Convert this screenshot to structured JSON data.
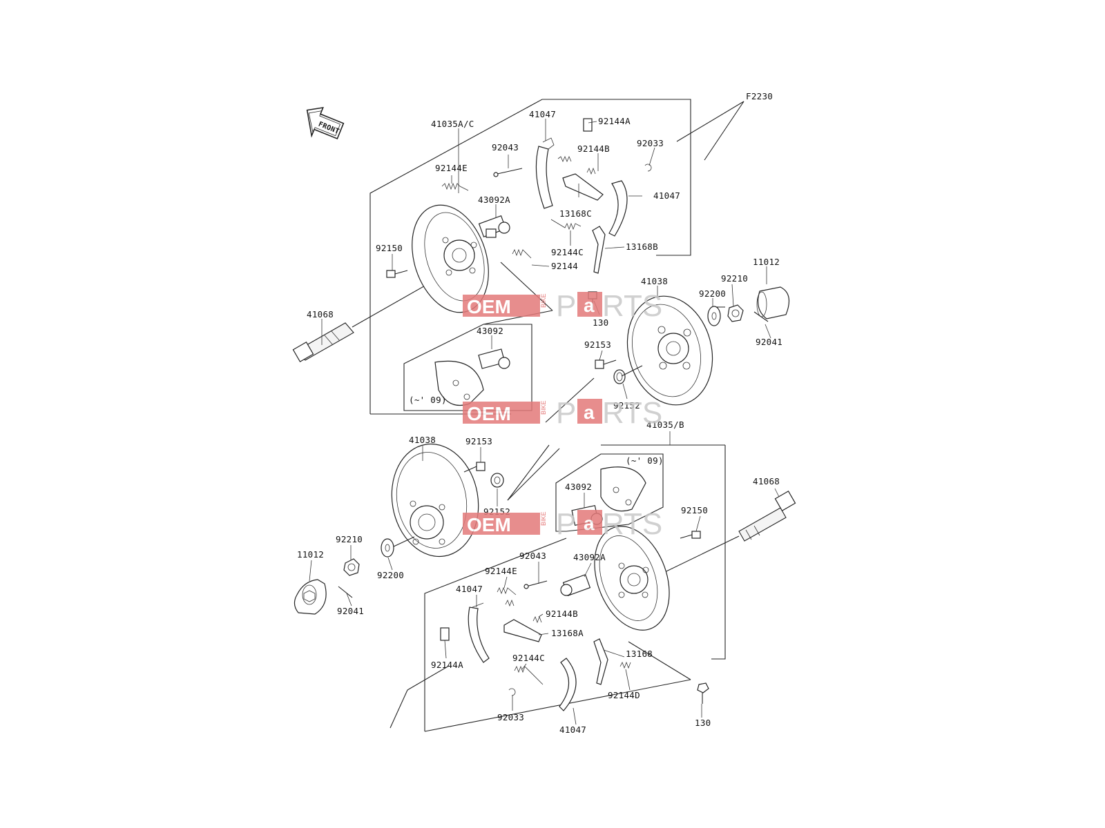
{
  "figure_code": "F2230",
  "front_arrow_text": "FRONT",
  "watermark": {
    "oem": "OEM",
    "bike": "BIKE",
    "parts_p": "P",
    "parts_a": "a",
    "parts_rest": "RTS"
  },
  "colors": {
    "line": "#222222",
    "watermark_red": "#e37a7a",
    "watermark_grey": "#c8c8c8"
  },
  "top_assembly": {
    "labels": {
      "assy": "41035A/C",
      "shoe_a": "41047",
      "spring_a": "92144A",
      "pin": "92043",
      "spring_b": "92144B",
      "clip": "92033",
      "spring_e": "92144E",
      "cyl_a": "43092A",
      "lever_c": "13168C",
      "shoe_b": "41047",
      "spring_c": "92144C",
      "lever_b": "13168B",
      "bolt": "92150",
      "spring": "92144",
      "shaft": "41068",
      "screw": "130",
      "drum": "41038",
      "washer": "92200",
      "nut": "92210",
      "cap": "11012",
      "cotter": "92041",
      "cyl": "43092",
      "bolt2": "92153",
      "seal": "92152",
      "note": "(~' 09)"
    }
  },
  "bottom_assembly": {
    "labels": {
      "assy": "41035/B",
      "drum": "41038",
      "bolt2": "92153",
      "seal": "92152",
      "note": "(~' 09)",
      "cyl": "43092",
      "shaft": "41068",
      "bolt": "92150",
      "nut": "92210",
      "cap": "11012",
      "washer": "92200",
      "cotter": "92041",
      "pin": "92043",
      "cyl_a": "43092A",
      "spring_e": "92144E",
      "shoe_a": "41047",
      "spring_b": "92144B",
      "lever_a": "13168A",
      "spring_a": "92144A",
      "spring_c": "92144C",
      "lever": "13168",
      "spring_d": "92144D",
      "clip": "92033",
      "shoe_b": "41047",
      "screw": "130"
    }
  }
}
